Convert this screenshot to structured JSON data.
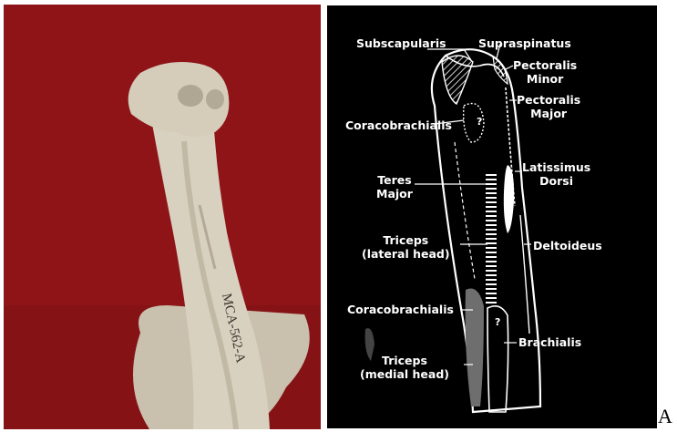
{
  "photo": {
    "specimen_label": "MCA-562-A",
    "colors": {
      "background": "#8e1418",
      "bone": "#d8cfbd"
    }
  },
  "diagram": {
    "labels": {
      "subscapularis": "Subscapularis",
      "supraspinatus": "Supraspinatus",
      "pectoralis_minor": "Pectoralis\nMinor",
      "pectoralis_major": "Pectoralis\nMajor",
      "coracobrachialis_upper": "Coracobrachialis",
      "latissimus_dorsi": "Latissimus\nDorsi",
      "teres_major": "Teres\nMajor",
      "deltoideus": "Deltoideus",
      "triceps_lateral": "Triceps\n(lateral head)",
      "coracobrachialis_lower": "Coracobrachialis",
      "brachialis": "Brachialis",
      "triceps_medial": "Triceps\n(medial head)",
      "question_mark_upper": "?",
      "question_mark_lower": "?"
    },
    "colors": {
      "background": "#000000",
      "ink": "#ffffff",
      "shaded_region": "#6e6e6e"
    }
  },
  "panel_letter": "A"
}
